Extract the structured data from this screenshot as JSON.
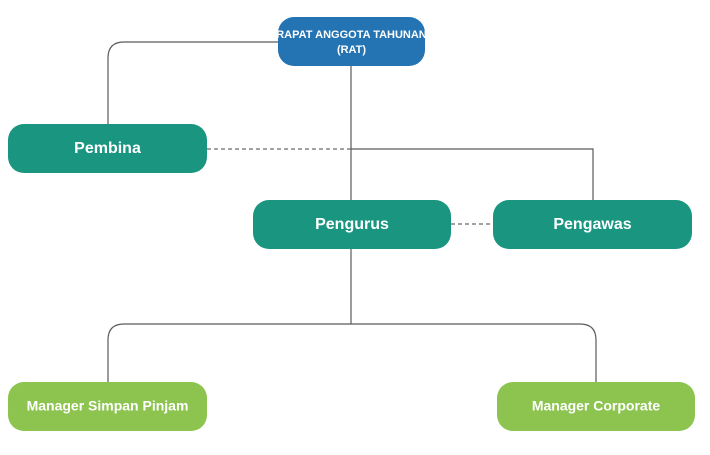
{
  "diagram": {
    "colors": {
      "top": "#2473b3",
      "middle": "#1a9680",
      "bottom": "#8cc44f",
      "line": "#5a5a5a"
    },
    "nodes": {
      "rat": {
        "line1": "RAPAT ANGGOTA TAHUNAN",
        "line2": "(RAT)"
      },
      "pembina": {
        "label": "Pembina"
      },
      "pengurus": {
        "label": "Pengurus"
      },
      "pengawas": {
        "label": "Pengawas"
      },
      "manager_simpan_pinjam": {
        "label": "Manager Simpan Pinjam"
      },
      "manager_corporate": {
        "label": "Manager Corporate"
      }
    }
  }
}
